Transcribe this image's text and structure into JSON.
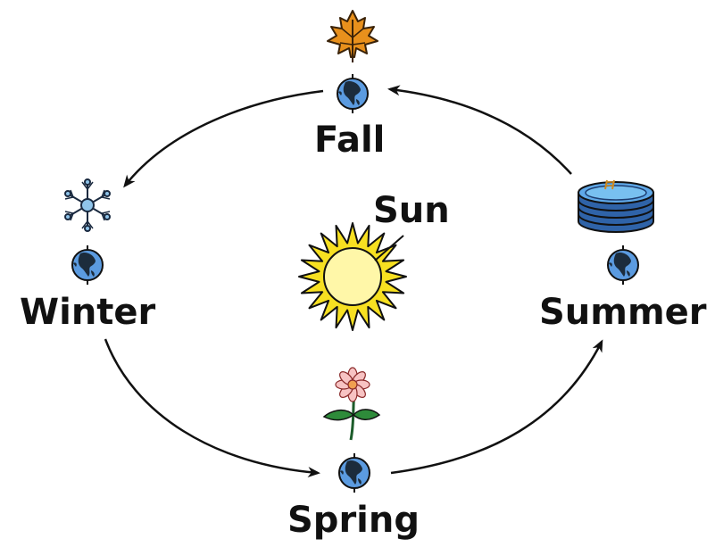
{
  "diagram": {
    "seasons": {
      "fall": {
        "label": "Fall",
        "icon": "maple-leaf-icon"
      },
      "winter": {
        "label": "Winter",
        "icon": "snowflake-icon"
      },
      "summer": {
        "label": "Summer",
        "icon": "swimming-pool-icon"
      },
      "spring": {
        "label": "Spring",
        "icon": "flower-icon"
      }
    },
    "sun": {
      "label": "Sun"
    },
    "cycle_order": [
      "Spring",
      "Summer",
      "Fall",
      "Winter"
    ],
    "colors": {
      "earth_ocean": "#4a90d9",
      "earth_land": "#1c2c3c",
      "sun_rays": "#f7e021",
      "sun_core": "#fff7a8",
      "leaf": "#e8901c",
      "pool": "#2f63a8",
      "flower_petal": "#f7c3c3",
      "stem": "#2e8b3a",
      "arrow": "#111111"
    }
  }
}
